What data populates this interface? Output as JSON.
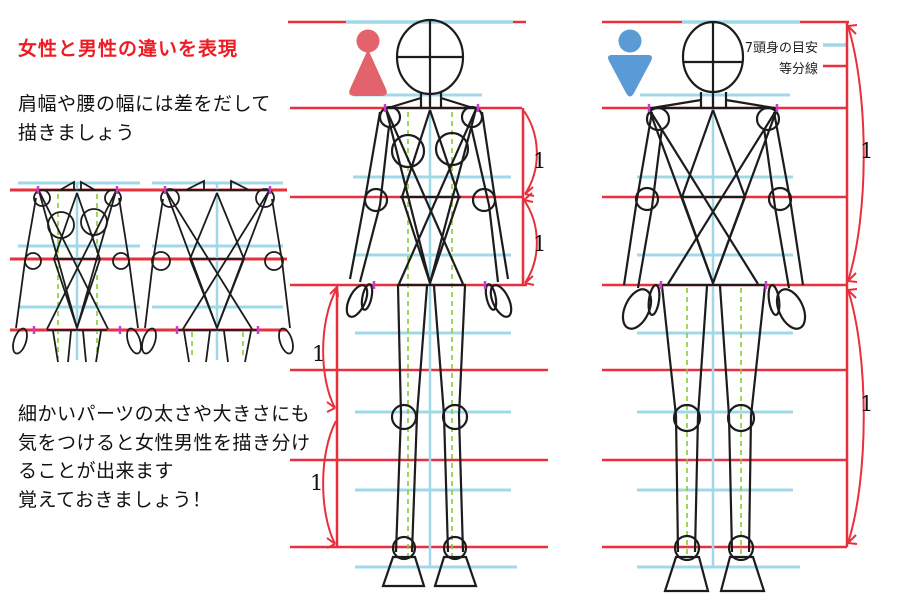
{
  "title": "女性と男性の違いを表現",
  "notes": {
    "shoulder": "肩幅や腰の幅には差をだして\n描きましょう",
    "detail": "細かいパーツの太さや大きさにも\n気をつけると女性男性を描き分け\nることが出来ます\n覚えておきましょう！"
  },
  "legend": {
    "head_count_label": "7頭身の目安",
    "division_label": "等分線"
  },
  "measurements": {
    "female_upper_torso": "1",
    "female_lower_torso": "1",
    "female_thigh": "1",
    "female_shin": "1",
    "male_upper_half": "1",
    "male_lower_half": "1"
  },
  "icons": {
    "female": "female-symbol-icon",
    "male": "male-symbol-icon"
  },
  "colors": {
    "division_line": "#e8303c",
    "head_guide_line": "#a0d8e8",
    "limb_axis_line": "#88cc33",
    "width_marker": "#c83cc8",
    "figure_stroke": "#1c1c1c",
    "female_icon": "#e2636b",
    "male_icon": "#5b9bd5",
    "title_text": "#ed1c24"
  }
}
